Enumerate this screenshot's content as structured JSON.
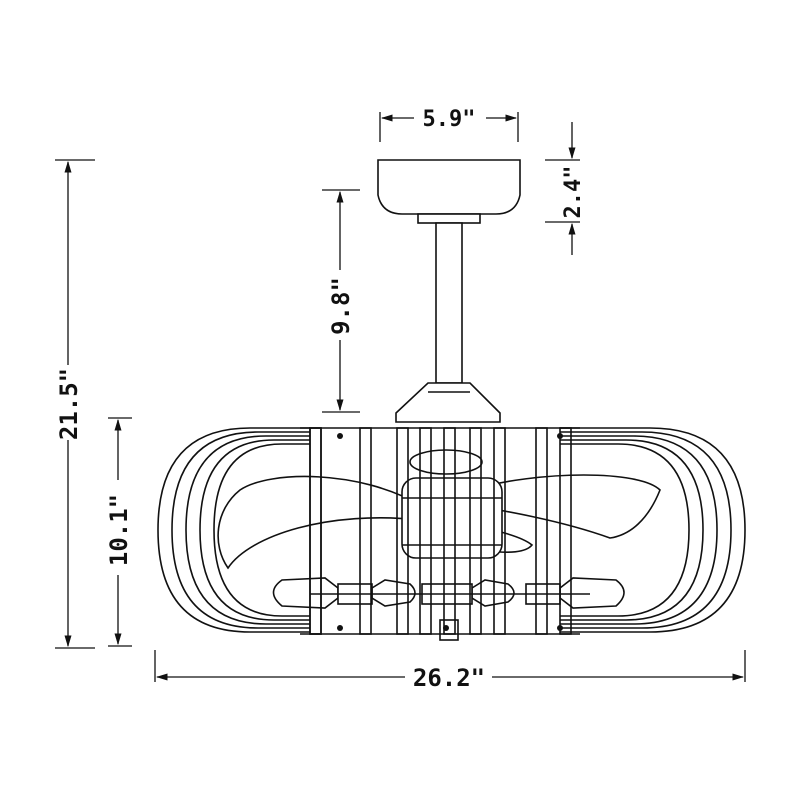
{
  "product": "ceiling fan with cage",
  "dimensions": {
    "canopy_width": "5.9\"",
    "canopy_height": "2.4\"",
    "downrod_length": "9.8\"",
    "overall_height": "21.5\"",
    "cage_height": "10.1\"",
    "cage_width": "26.2\""
  },
  "colors": {
    "line": "#111111",
    "background": "#ffffff"
  }
}
